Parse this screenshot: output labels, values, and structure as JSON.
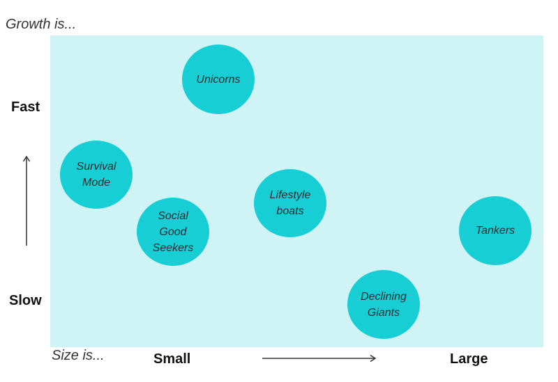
{
  "labels": {
    "growth": "Growth is...",
    "size": "Size is...",
    "fast": "Fast",
    "slow": "Slow",
    "small": "Small",
    "large": "Large"
  },
  "segments": {
    "unicorns": "Unicorns",
    "survival_mode": "Survival\nMode",
    "social_good_seekers": "Social\nGood\nSeekers",
    "lifestyle_boats": "Lifestyle\nboats",
    "tankers": "Tankers",
    "declining_giants": "Declining\nGiants"
  },
  "colors": {
    "plot_background": "#d0f4f5",
    "bubble": "#17ced4"
  }
}
